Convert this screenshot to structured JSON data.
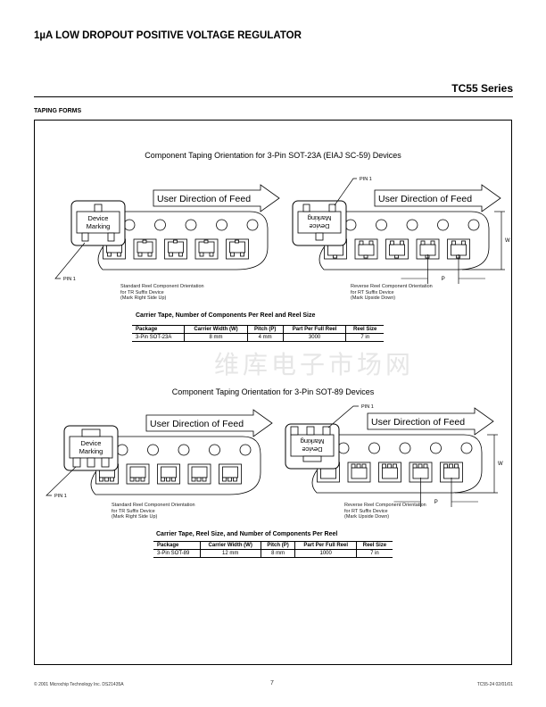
{
  "header": {
    "title": "1µA LOW DROPOUT POSITIVE VOLTAGE REGULATOR",
    "series": "TC55 Series"
  },
  "section": "TAPING FORMS",
  "watermark": "维库电子市场网",
  "diagrams": [
    {
      "title": "Component Taping Orientation for 3-Pin SOT-23A (EIAJ SC-59) Devices",
      "feed_label": "User Direction of Feed",
      "device_marking": [
        "Device",
        "Marking"
      ],
      "pin_label": "PIN 1",
      "w_label": "W",
      "p_label": "P",
      "left_caption": [
        "Standard Reel Component Orientation",
        "for TR Suffix Device",
        "(Mark Right Side Up)"
      ],
      "right_caption": [
        "Reverse Reel Component Orientation",
        "for RT Suffix Device",
        "(Mark Upside Down)"
      ]
    },
    {
      "title": "Component Taping Orientation for 3-Pin SOT-89 Devices",
      "feed_label": "User Direction of Feed",
      "device_marking": [
        "Device",
        "Marking"
      ],
      "pin_label": "PIN 1",
      "w_label": "W",
      "p_label": "P",
      "left_caption": [
        "Standard Reel Component Orientation",
        "for TR Suffix Device",
        "(Mark Right Side Up)"
      ],
      "right_caption": [
        "Reverse Reel Component Orientation",
        "for RT Suffix Device",
        "(Mark Upside Down)"
      ]
    }
  ],
  "tables": [
    {
      "title": "Carrier Tape, Number of Components Per Reel and Reel Size",
      "headers": [
        "Package",
        "Carrier Width (W)",
        "Pitch (P)",
        "Part Per Full Reel",
        "Reel Size"
      ],
      "row": [
        "3-Pin SOT-23A",
        "8 mm",
        "4 mm",
        "3000",
        "7 in"
      ]
    },
    {
      "title": "Carrier Tape, Reel Size, and Number of Components Per Reel",
      "headers": [
        "Package",
        "Carrier Width (W)",
        "Pitch (P)",
        "Part Per Full Reel",
        "Reel Size"
      ],
      "row": [
        "3-Pin SOT-89",
        "12 mm",
        "8 mm",
        "1000",
        "7 in"
      ]
    }
  ],
  "footer": {
    "left": "© 2001 Microchip Technology Inc.    DS21435A",
    "page": "7",
    "right": "TC55-24    02/01/01"
  }
}
